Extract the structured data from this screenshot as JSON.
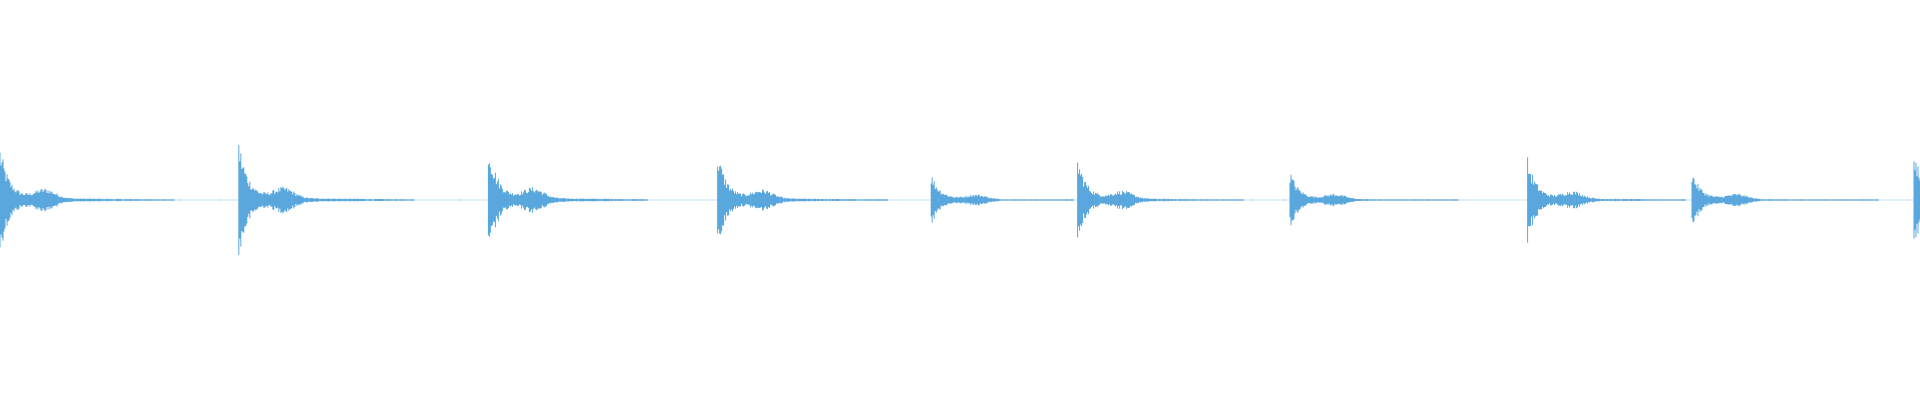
{
  "waveform": {
    "color": "#5aa7de",
    "background": "#ffffff",
    "duration_s": 16,
    "onsets_s": [
      0.0,
      1.99,
      4.07,
      5.98,
      7.76,
      8.98,
      10.75,
      12.73,
      14.1,
      15.95
    ],
    "peak_amplitude": [
      0.85,
      0.95,
      0.92,
      0.78,
      0.42,
      0.68,
      0.46,
      0.66,
      0.46,
      0.82
    ],
    "decay_end_s": [
      1.45,
      3.45,
      5.4,
      7.4,
      8.95,
      10.37,
      12.15,
      14.05,
      15.65,
      16.0
    ]
  }
}
